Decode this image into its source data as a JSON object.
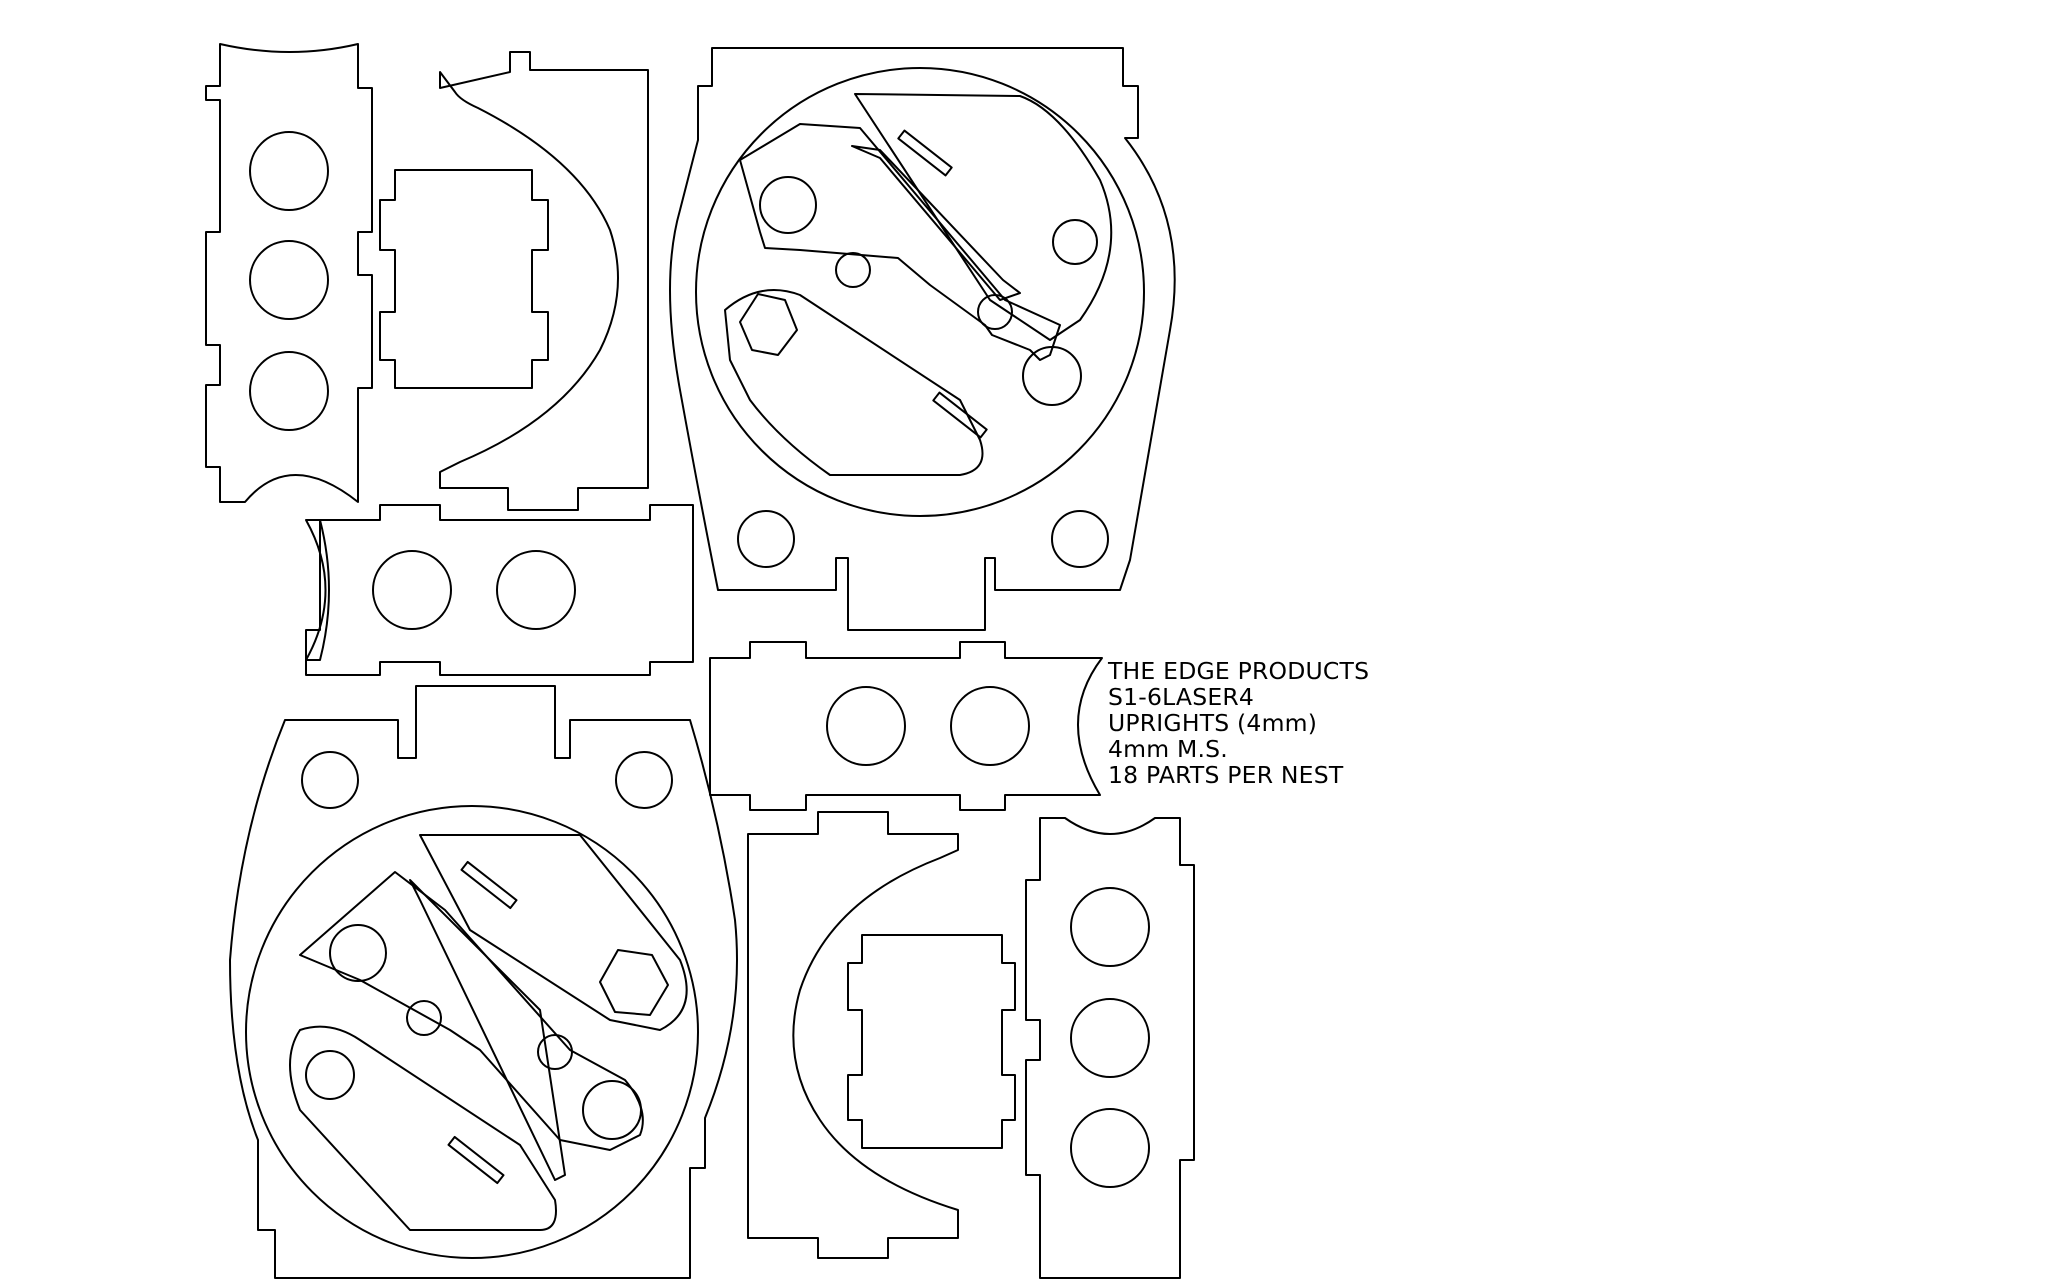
{
  "title_block": {
    "line1": "THE EDGE PRODUCTS",
    "line2": "S1-6LASER4",
    "line3": "UPRIGHTS (4mm)",
    "line4": "4mm M.S.",
    "line5": "18 PARTS PER NEST"
  },
  "colors": {
    "line": "#000000",
    "background": "#ffffff"
  }
}
